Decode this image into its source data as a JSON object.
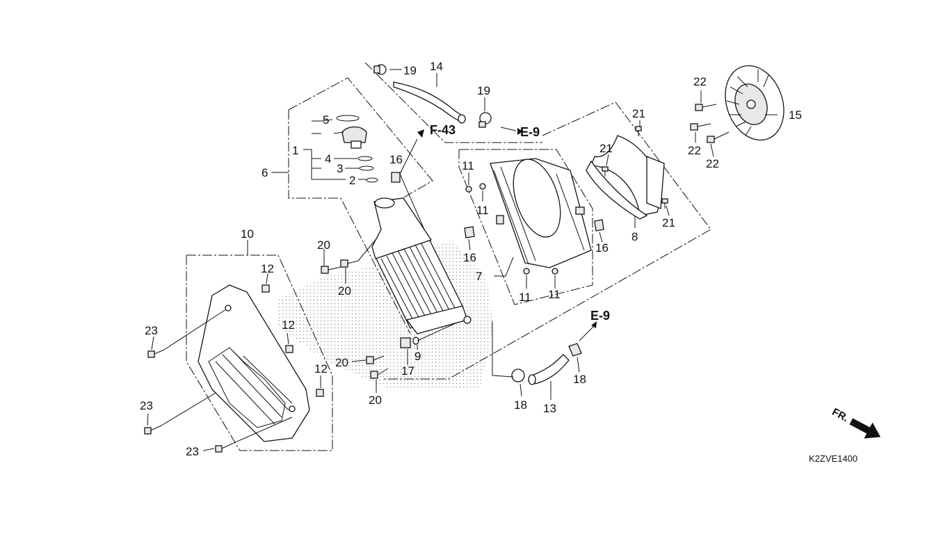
{
  "diagram": {
    "labels": {
      "p1": "1",
      "p2": "2",
      "p3": "3",
      "p4": "4",
      "p5": "5",
      "p6": "6",
      "p7": "7",
      "p8": "8",
      "p9": "9",
      "p10": "10",
      "p11": "11",
      "p12": "12",
      "p13": "13",
      "p14": "14",
      "p15": "15",
      "p16": "16",
      "p17": "17",
      "p18": "18",
      "p19": "19",
      "p20": "20",
      "p21": "21",
      "p22": "22",
      "p23": "23"
    },
    "refs": {
      "f43": "F-43",
      "e9": "E-9"
    },
    "front_marker": "FR.",
    "diagram_code": "K2ZVE1400"
  }
}
